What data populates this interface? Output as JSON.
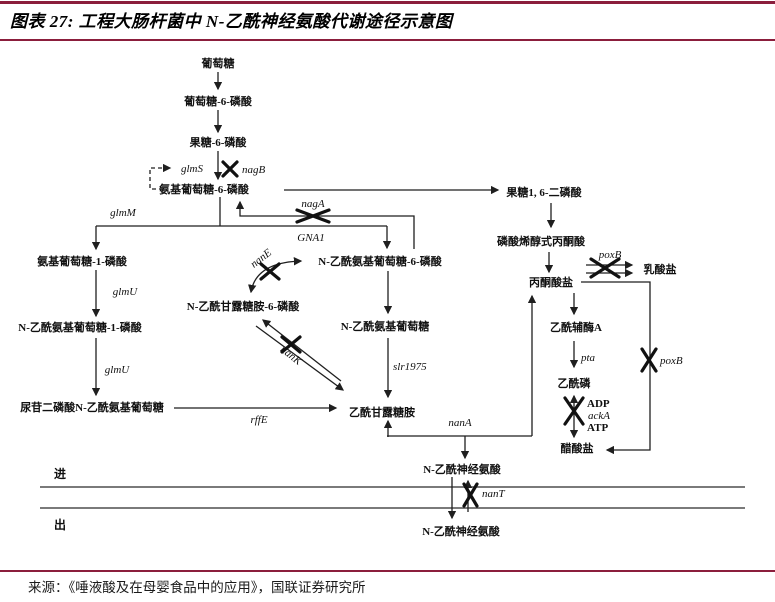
{
  "figure": {
    "title": "图表 27: 工程大肠杆菌中 N-乙酰神经氨酸代谢途径示意图",
    "source": "来源：《唾液酸及在母婴食品中的应用》，国联证券研究所"
  },
  "colors": {
    "accent_rule": "#8b1e3c",
    "diagram_line": "#1f1f1f",
    "text": "#101010",
    "background": "#ffffff"
  },
  "diagram": {
    "nodes": {
      "glucose": "葡萄糖",
      "glucose_6_p": "葡萄糖-6-磷酸",
      "fructose_6_p": "果糖-6-磷酸",
      "glucosamine_6_p": "氨基葡萄糖-6-磷酸",
      "fructose_1_6_bp": "果糖1, 6-二磷酸",
      "pep": "磷酸烯醇式丙酮酸",
      "pyruvate": "丙酮酸盐",
      "lactate": "乳酸盐",
      "acetyl_coa": "乙酰辅酶A",
      "acetyl_p": "乙酰磷",
      "acetate": "醋酸盐",
      "glucosamine_1_p": "氨基葡萄糖-1-磷酸",
      "glcnac_1_p": "N-乙酰氨基葡萄糖-1-磷酸",
      "udp_glcnac": "尿苷二磷酸N-乙酰氨基葡萄糖",
      "glcnac_6_p": "N-乙酰氨基葡萄糖-6-磷酸",
      "glcnac": "N-乙酰氨基葡萄糖",
      "mannac_6_p": "N-乙酰甘露糖胺-6-磷酸",
      "mannac": "乙酰甘露糖胺",
      "neu5ac_inside": "N-乙酰神经氨酸",
      "neu5ac_outside": "N-乙酰神经氨酸"
    },
    "enzymes": {
      "glmS": "glmS",
      "nagB": "nagB",
      "nagA": "nagA",
      "GNA1": "GNA1",
      "glmM": "glmM",
      "glmU_1": "glmU",
      "glmU_2": "glmU",
      "nanE": "nanE",
      "nanK": "nanK",
      "slr1975": "slr1975",
      "rffE": "rffE",
      "nanA": "nanA",
      "nanT": "nanT",
      "pta": "pta",
      "ackA": "ackA",
      "poxB_top": "poxB",
      "poxB_right": "poxB"
    },
    "cofactors": {
      "adp": "ADP",
      "atp": "ATP"
    },
    "membrane": {
      "in_label": "进",
      "out_label": "出"
    }
  }
}
